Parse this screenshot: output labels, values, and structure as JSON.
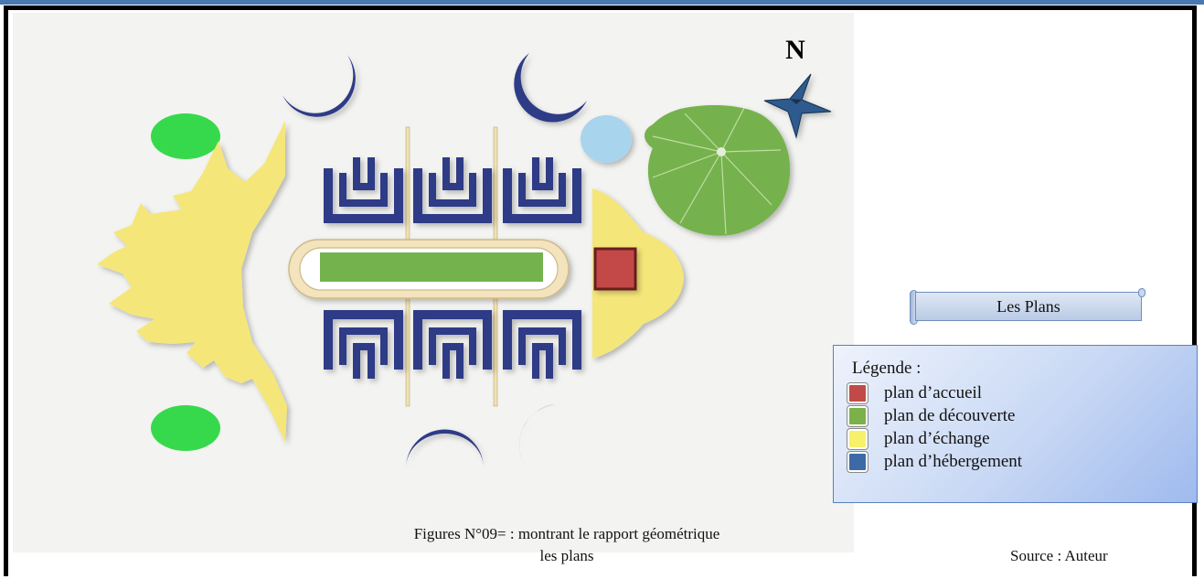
{
  "compass": {
    "letter": "N"
  },
  "banner": {
    "label": "Les Plans"
  },
  "legend": {
    "title": "Légende :",
    "items": [
      {
        "label": "plan d’accueil",
        "color": "#c24a46"
      },
      {
        "label": "plan de découverte",
        "color": "#7ab148"
      },
      {
        "label": "plan d’échange",
        "color": "#f7f06a"
      },
      {
        "label": "plan d’hébergement",
        "color": "#3c6aa6"
      }
    ]
  },
  "caption": {
    "line1": "Figures N°09= : montrant le rapport géométrique",
    "line2": "les plans"
  },
  "source": "Source : Auteur",
  "colors": {
    "navy": "#2e3a86",
    "yellow": "#f5e67a",
    "green": "#74b24e",
    "lightgreen": "#37d94c",
    "pool": "#a8d4ee",
    "reception": "#c24a46",
    "track": "#f3e4bd"
  }
}
